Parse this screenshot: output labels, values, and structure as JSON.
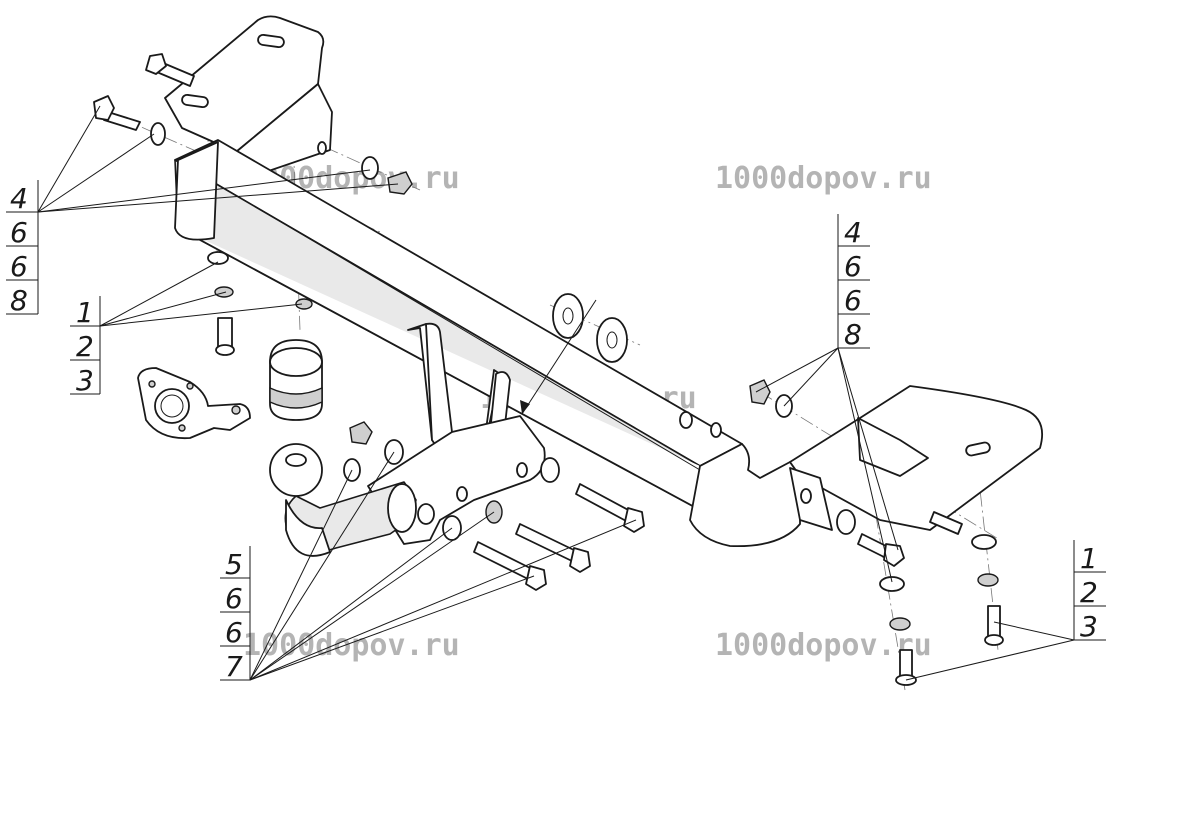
{
  "watermark": "1000dopov.ru",
  "callouts": {
    "left_top": [
      "4",
      "6",
      "6",
      "8"
    ],
    "left_mid": [
      "1",
      "2",
      "3"
    ],
    "left_bottom": [
      "5",
      "6",
      "6",
      "7"
    ],
    "right_top": [
      "4",
      "6",
      "6",
      "8"
    ],
    "right_bottom": [
      "1",
      "2",
      "3"
    ]
  }
}
